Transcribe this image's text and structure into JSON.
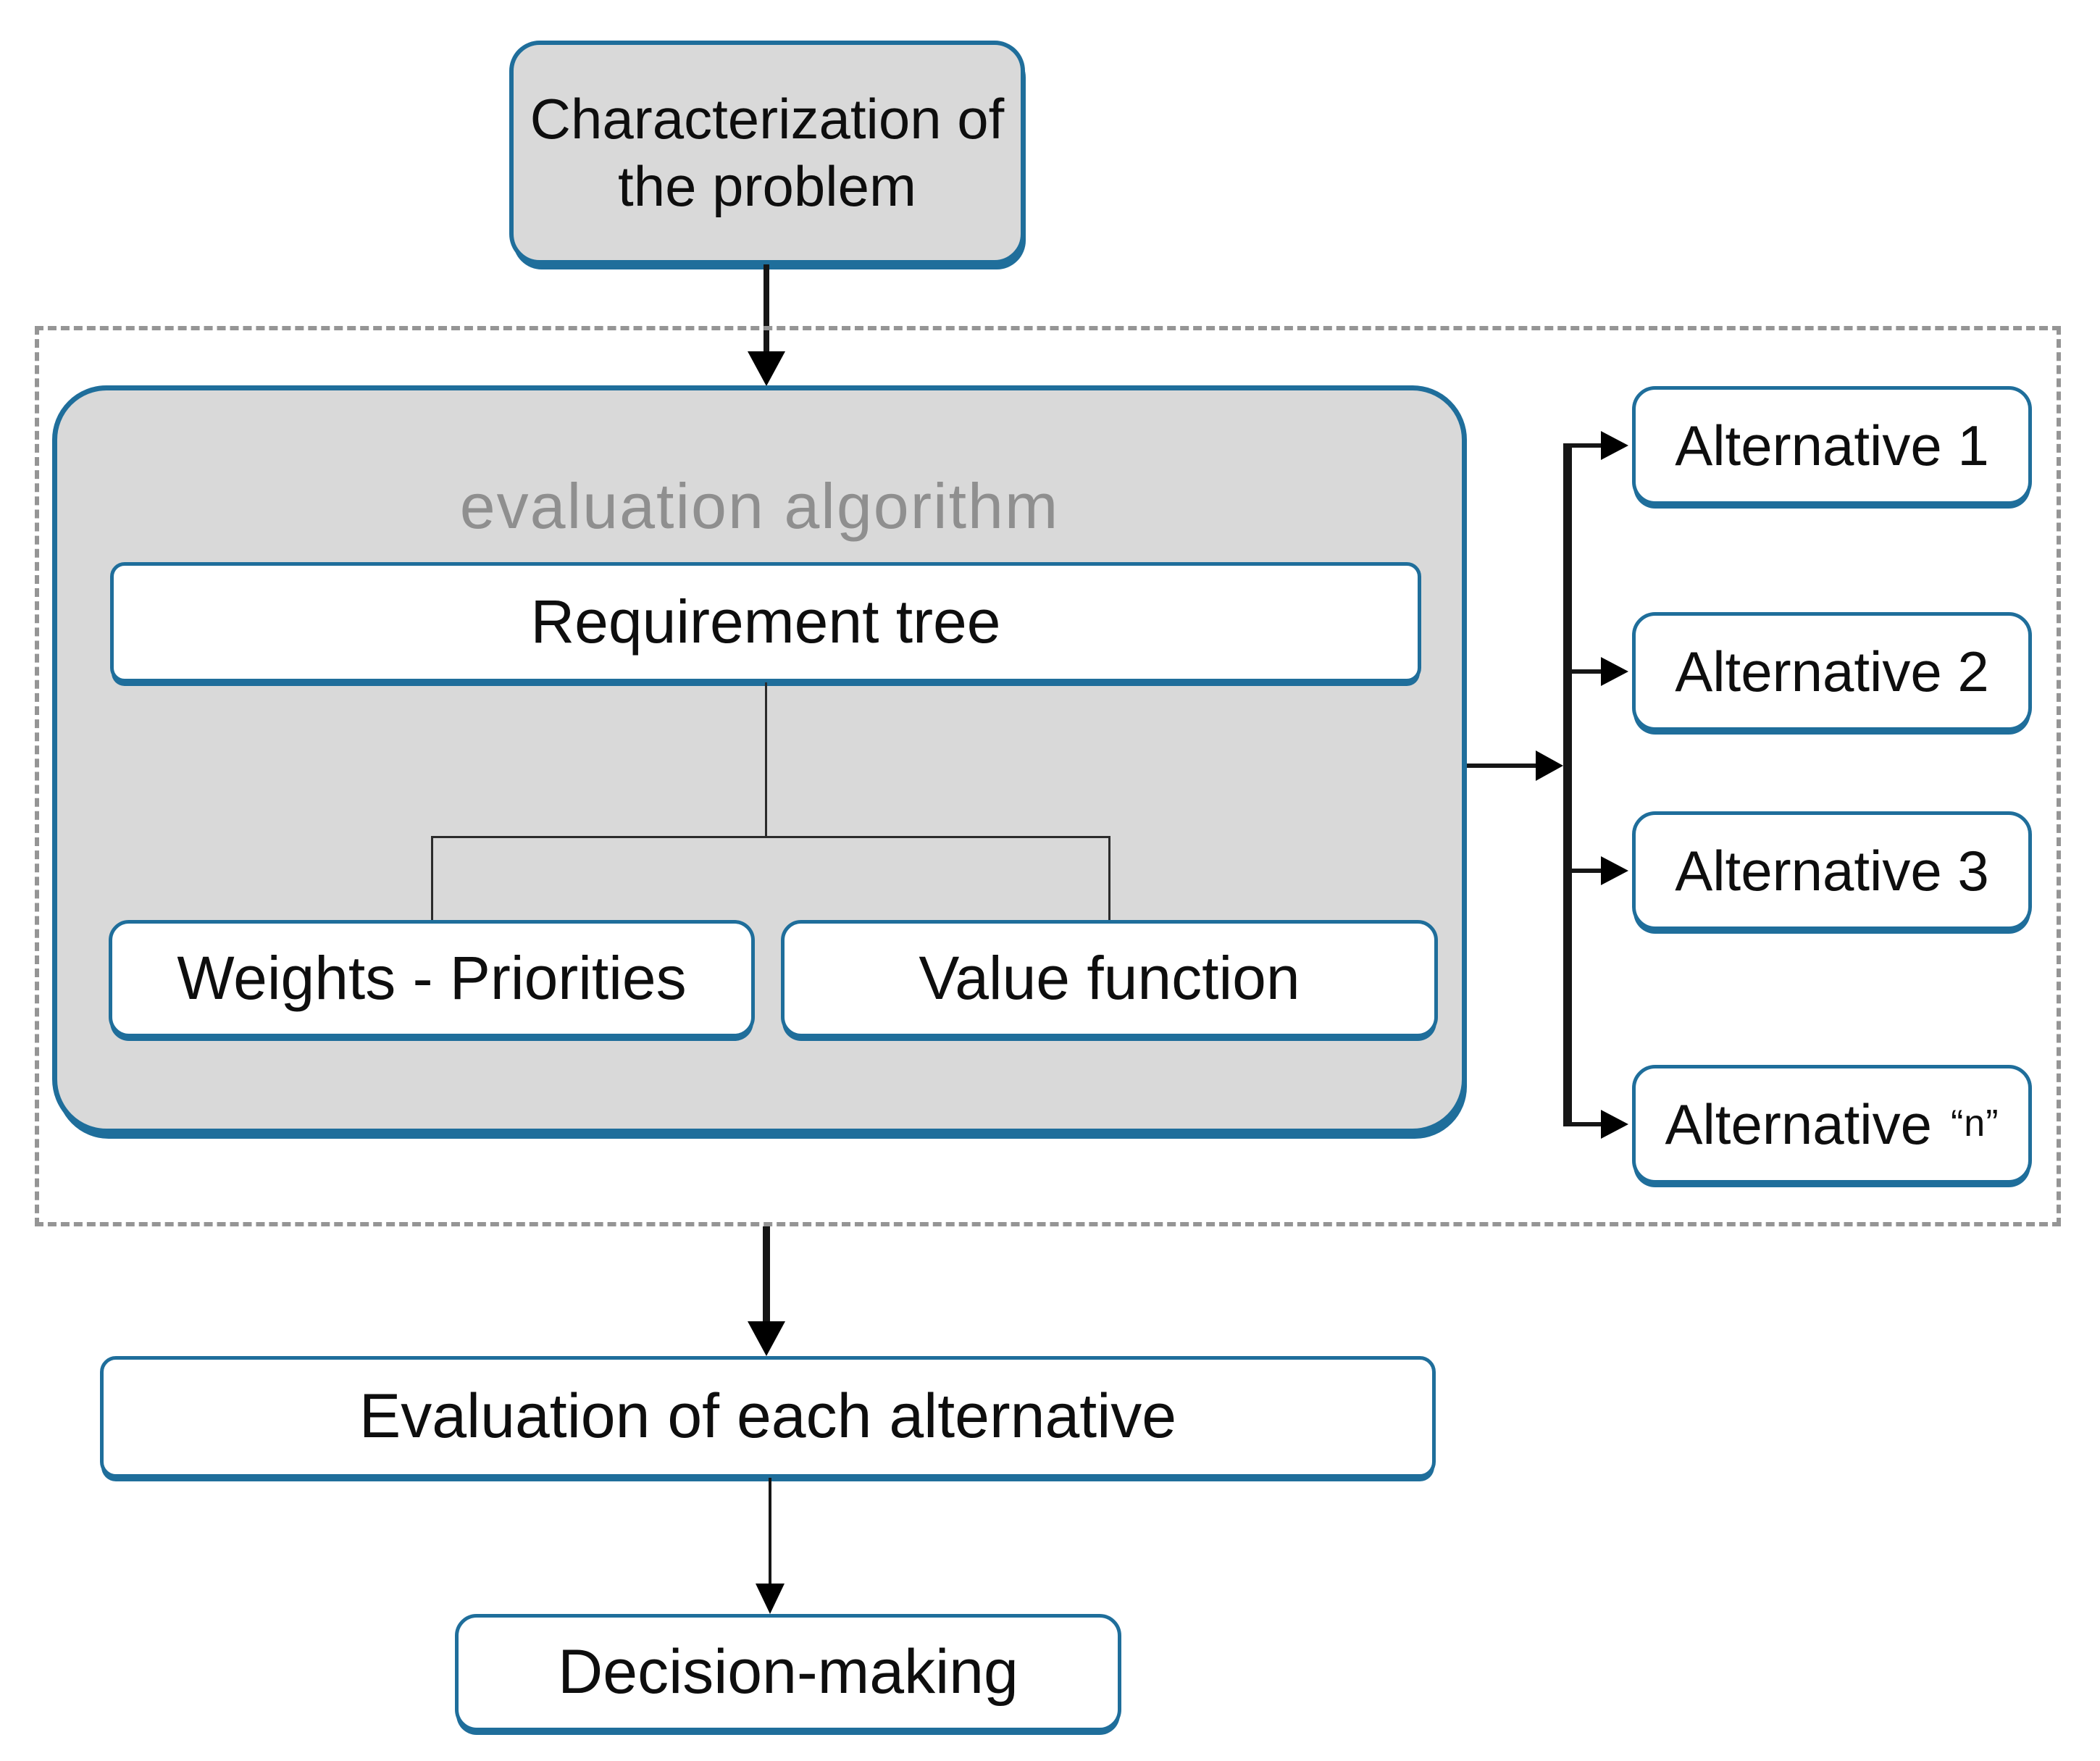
{
  "diagram": {
    "top_box_label": "Characterization of the problem",
    "algorithm_label": "evaluation algorithm",
    "requirement_label": "Requirement tree",
    "weights_label": "Weights - Priorities",
    "value_label": "Value function",
    "alternatives": [
      {
        "label": "Alternative 1"
      },
      {
        "label": "Alternative 2"
      },
      {
        "label": "Alternative 3"
      },
      {
        "label": "Alternative",
        "suffix": "“n”"
      }
    ],
    "evaluation_label": "Evaluation of each alternative",
    "decision_label": "Decision-making",
    "colors": {
      "accent_blue": "#1f6e9b",
      "box_fill_gray": "#d9d9d9",
      "dashed_border_gray": "#959595",
      "algorithm_text_gray": "#8f8f8f",
      "connector_black": "#161616"
    }
  }
}
